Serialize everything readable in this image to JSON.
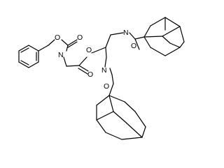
{
  "molecule": {
    "atom_labels": {
      "carbamate_ester_o": "O",
      "carbamate_carbonyl": "O",
      "carbamate_n": "N",
      "ester_o": "O",
      "ester_carbonyl": "O",
      "amide1_n": "N",
      "amide1_carbonyl": "O",
      "amide2_n": "N",
      "amide2_carbonyl": "O"
    }
  }
}
